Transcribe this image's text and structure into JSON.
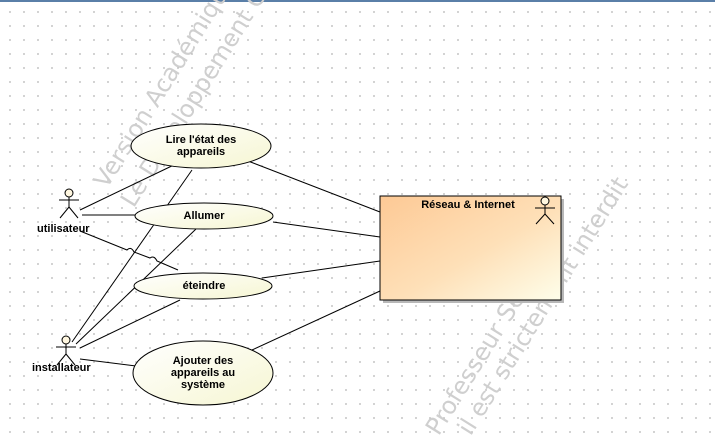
{
  "actors": {
    "user": "utilisateur",
    "installer": "installateur",
    "network": "Réseau & Internet"
  },
  "use_cases": {
    "read_state": "Lire l'état des appareils",
    "turn_on": "Allumer",
    "turn_off": "éteindre",
    "add_devices": "Ajouter des appareils au système"
  },
  "watermark": {
    "line1": "Version Académique pour",
    "line2": "Le Développement Comme",
    "line3": "Professeur Seule",
    "line4": "il est strictement interdit"
  },
  "colors": {
    "use_case_fill": "#fefee6",
    "system_fill_start": "#fdcf9d",
    "system_fill_end": "#fefee8",
    "border": "#000000",
    "watermark": "#cfcfcf"
  }
}
